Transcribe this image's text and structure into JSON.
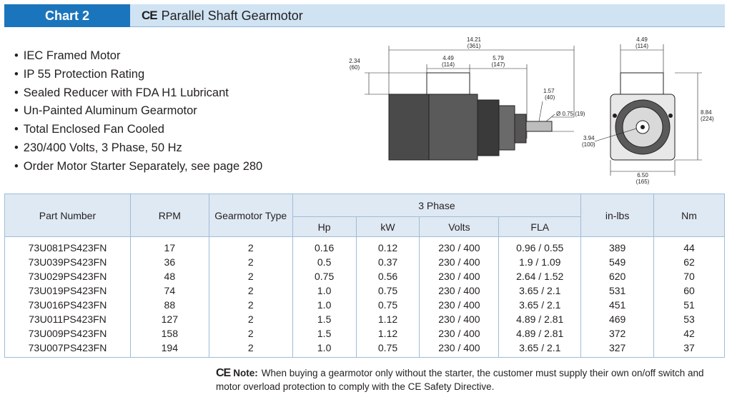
{
  "header": {
    "chart_label": "Chart 2",
    "ce_mark": "CE",
    "title": "Parallel Shaft Gearmotor"
  },
  "features": [
    "IEC Framed Motor",
    "IP 55 Protection Rating",
    "Sealed Reducer with FDA H1 Lubricant",
    "Un-Painted Aluminum Gearmotor",
    "Total Enclosed Fan Cooled",
    "230/400 Volts, 3 Phase, 50 Hz",
    "Order Motor Starter Separately, see page 280"
  ],
  "drawing": {
    "side_view": {
      "overall_length": "14.21",
      "overall_length_mm": "(361)",
      "dim_a": "4.49",
      "dim_a_mm": "(114)",
      "dim_b": "5.79",
      "dim_b_mm": "(147)",
      "dim_height": "2.34",
      "dim_height_mm": "(60)",
      "dim_shaft_height": "1.57",
      "dim_shaft_height_mm": "(40)",
      "dim_shaft_dia": "Ø 0.75 (19)"
    },
    "end_view": {
      "top_width": "4.49",
      "top_width_mm": "(114)",
      "total_height": "8.84",
      "total_height_mm": "(224)",
      "center_height": "3.94",
      "center_height_mm": "(100)",
      "base_width": "6.50",
      "base_width_mm": "(165)"
    }
  },
  "table": {
    "headers": {
      "part_number": "Part Number",
      "rpm": "RPM",
      "gearmotor_type": "Gearmotor Type",
      "three_phase": "3 Phase",
      "hp": "Hp",
      "kw": "kW",
      "volts": "Volts",
      "fla": "FLA",
      "in_lbs": "in-lbs",
      "nm": "Nm"
    },
    "rows": [
      {
        "part": "73U081PS423FN",
        "rpm": "17",
        "type": "2",
        "hp": "0.16",
        "kw": "0.12",
        "volts": "230 / 400",
        "fla": "0.96 / 0.55",
        "inlbs": "389",
        "nm": "44"
      },
      {
        "part": "73U039PS423FN",
        "rpm": "36",
        "type": "2",
        "hp": "0.5",
        "kw": "0.37",
        "volts": "230 / 400",
        "fla": "1.9 / 1.09",
        "inlbs": "549",
        "nm": "62"
      },
      {
        "part": "73U029PS423FN",
        "rpm": "48",
        "type": "2",
        "hp": "0.75",
        "kw": "0.56",
        "volts": "230 / 400",
        "fla": "2.64 / 1.52",
        "inlbs": "620",
        "nm": "70"
      },
      {
        "part": "73U019PS423FN",
        "rpm": "74",
        "type": "2",
        "hp": "1.0",
        "kw": "0.75",
        "volts": "230 / 400",
        "fla": "3.65 / 2.1",
        "inlbs": "531",
        "nm": "60"
      },
      {
        "part": "73U016PS423FN",
        "rpm": "88",
        "type": "2",
        "hp": "1.0",
        "kw": "0.75",
        "volts": "230 / 400",
        "fla": "3.65 / 2.1",
        "inlbs": "451",
        "nm": "51"
      },
      {
        "part": "73U011PS423FN",
        "rpm": "127",
        "type": "2",
        "hp": "1.5",
        "kw": "1.12",
        "volts": "230 / 400",
        "fla": "4.89 / 2.81",
        "inlbs": "469",
        "nm": "53"
      },
      {
        "part": "73U009PS423FN",
        "rpm": "158",
        "type": "2",
        "hp": "1.5",
        "kw": "1.12",
        "volts": "230 / 400",
        "fla": "4.89 / 2.81",
        "inlbs": "372",
        "nm": "42"
      },
      {
        "part": "73U007PS423FN",
        "rpm": "194",
        "type": "2",
        "hp": "1.0",
        "kw": "0.75",
        "volts": "230 / 400",
        "fla": "3.65 / 2.1",
        "inlbs": "327",
        "nm": "37"
      }
    ]
  },
  "note": {
    "ce_mark": "CE",
    "label": "Note:",
    "text": "When buying a gearmotor only without the starter, the customer must supply their own on/off switch and motor overload protection to comply with the CE Safety Directive."
  },
  "colors": {
    "header_tab": "#1b75bc",
    "header_band": "#cfe3f3",
    "table_header": "#dfe9f3",
    "motor_dark": "#3a3a3a"
  }
}
